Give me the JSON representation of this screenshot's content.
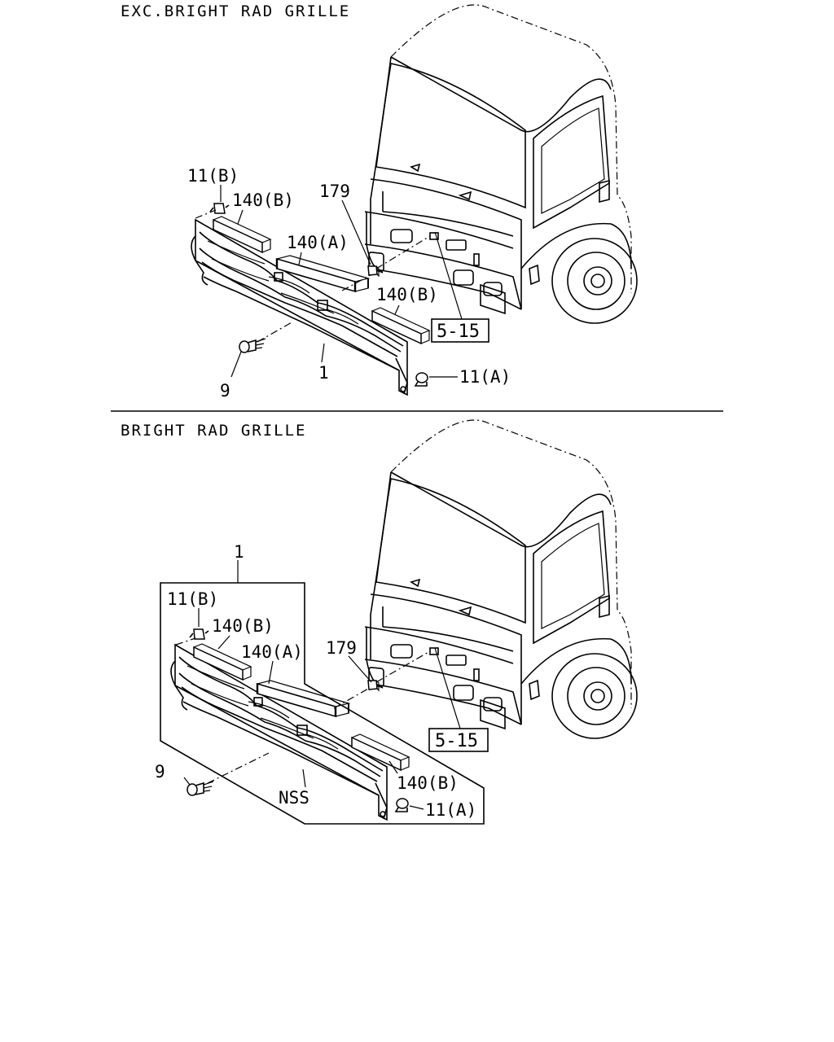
{
  "sections": [
    {
      "title": "EXC.BRIGHT RAD GRILLE",
      "callouts": {
        "fastener_b": "11(B)",
        "molding_b_left": "140(B)",
        "molding_a": "140(A)",
        "clip": "179",
        "molding_b_right": "140(B)",
        "ref_box": "5-15",
        "grille": "1",
        "screw": "9",
        "fastener_a": "11(A)"
      }
    },
    {
      "title": "BRIGHT RAD GRILLE",
      "callouts": {
        "assembly": "1",
        "fastener_b": "11(B)",
        "molding_b_left": "140(B)",
        "molding_a": "140(A)",
        "clip": "179",
        "ref_box": "5-15",
        "screw": "9",
        "molding_b_right": "140(B)",
        "nss": "NSS",
        "fastener_a": "11(A)"
      }
    }
  ]
}
